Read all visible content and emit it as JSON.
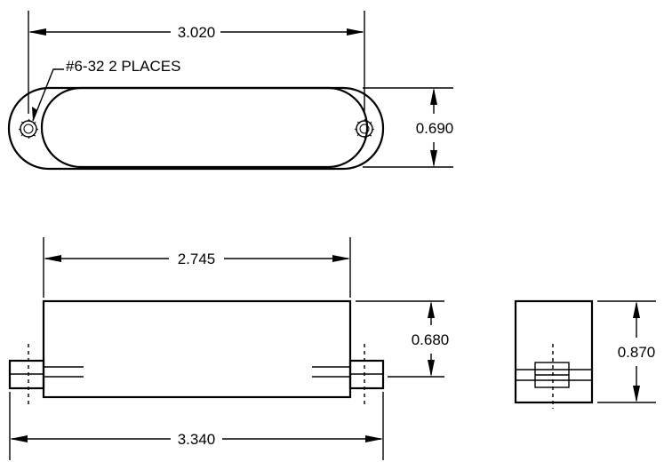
{
  "dimensions": {
    "top_width": "3.020",
    "top_height": "0.690",
    "front_inner_width": "2.745",
    "front_height": "0.680",
    "front_overall_width": "3.340",
    "side_height": "0.870"
  },
  "callout": {
    "hole_note": "#6-32 2 PLACES"
  }
}
